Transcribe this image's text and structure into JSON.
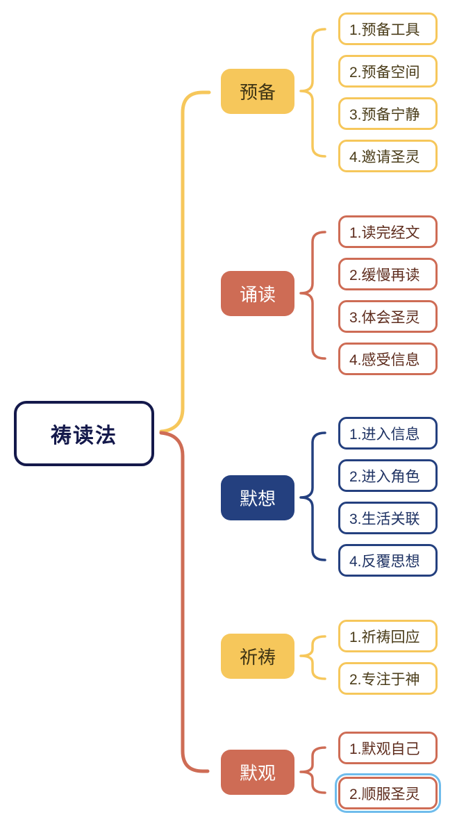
{
  "root": {
    "label": "祷读法"
  },
  "branches": [
    {
      "label": "预备",
      "color": "yellow",
      "children": [
        "1.预备工具",
        "2.预备空间",
        "3.预备宁静",
        "4.邀请圣灵"
      ]
    },
    {
      "label": "诵读",
      "color": "salmon",
      "children": [
        "1.读完经文",
        "2.缓慢再读",
        "3.体会圣灵",
        "4.感受信息"
      ]
    },
    {
      "label": "默想",
      "color": "navy",
      "children": [
        "1.进入信息",
        "2.进入角色",
        "3.生活关联",
        "4.反覆思想"
      ]
    },
    {
      "label": "祈祷",
      "color": "yellow",
      "children": [
        "1.祈祷回应",
        "2.专注于神"
      ]
    },
    {
      "label": "默观",
      "color": "salmon",
      "children": [
        "1.默观自己",
        "2.顺服圣灵"
      ]
    }
  ],
  "selection": {
    "selected_node_label": "2.顺服圣灵"
  },
  "colors": {
    "yellow": "#F6C75B",
    "salmon": "#CE6C55",
    "navy": "#24407F",
    "root-ink": "#14194B",
    "yellow-ink": "#4A3C19",
    "yellow-ink-strong": "#3D3314",
    "salmon-ink": "#5E2C1D",
    "navy-ink": "#1E3263",
    "selection-blue": "#6FBCEC",
    "background": "#FFFFFF"
  }
}
